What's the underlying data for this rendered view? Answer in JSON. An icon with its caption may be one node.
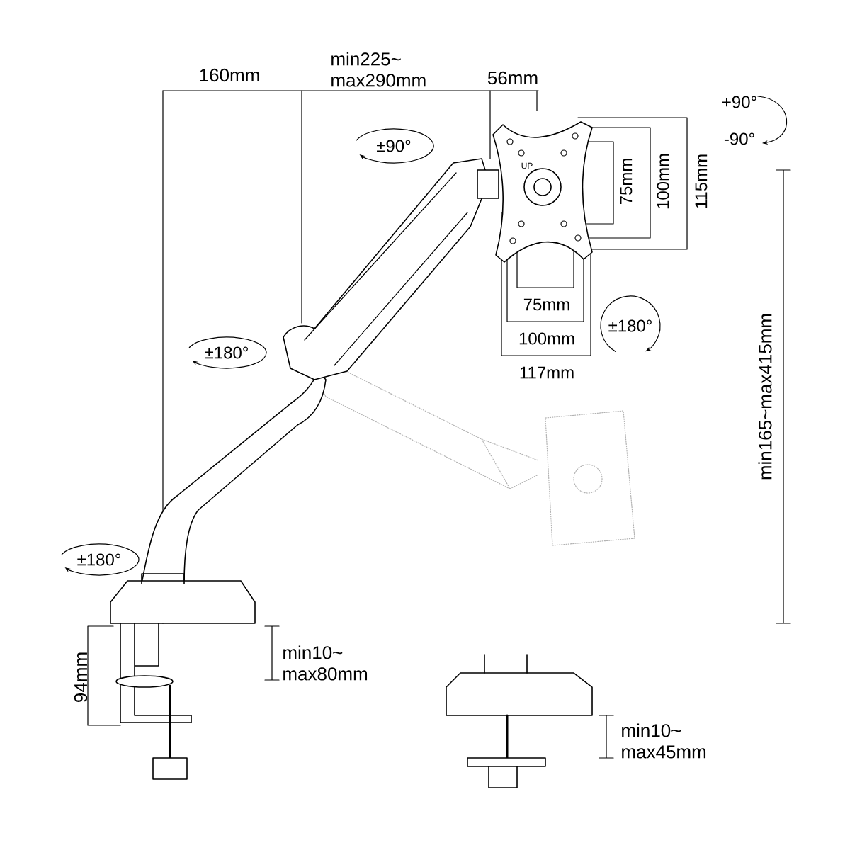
{
  "diagram": {
    "labels": [
      "160mm",
      "min225~ max290mm",
      "56mm",
      "+90°",
      "-90°",
      "±90°",
      "75mm",
      "100mm",
      "115mm",
      "UP",
      "±180°",
      "75mm",
      "±180°",
      "100mm",
      "117mm",
      "min165~max415mm",
      "±180°",
      "min10~ max80mm",
      "94mm",
      "min10~ max45mm"
    ]
  }
}
